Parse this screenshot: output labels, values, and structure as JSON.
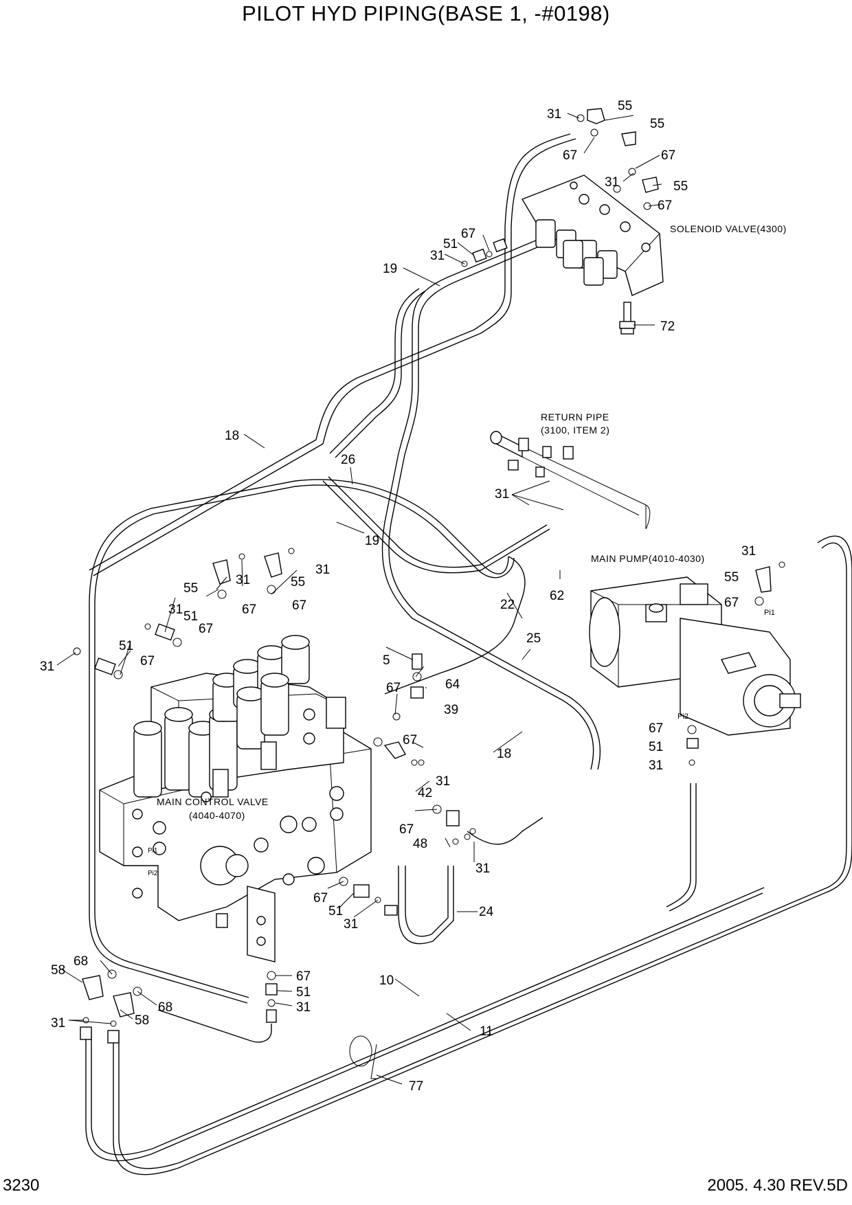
{
  "title": "PILOT HYD PIPING(BASE 1, -#0198)",
  "page_number": "3230",
  "revision": "2005. 4.30  REV.5D",
  "components": {
    "solenoid_valve": "SOLENOID VALVE(4300)",
    "return_pipe": [
      "RETURN PIPE",
      "(3100, ITEM 2)"
    ],
    "main_pump": "MAIN PUMP(4010-4030)",
    "main_control_valve": [
      "MAIN CONTROL VALVE",
      "(4040-4070)"
    ]
  },
  "port_marks": [
    "Pi1",
    "Pi2",
    "Pi1",
    "Pi2"
  ],
  "callouts": [
    "31",
    "55",
    "55",
    "67",
    "67",
    "31",
    "55",
    "67",
    "67",
    "51",
    "31",
    "19",
    "72",
    "18",
    "26",
    "31",
    "19",
    "55",
    "31",
    "55",
    "31",
    "67",
    "67",
    "22",
    "62",
    "31",
    "55",
    "67",
    "31",
    "51",
    "67",
    "51",
    "67",
    "31",
    "5",
    "64",
    "67",
    "39",
    "67",
    "18",
    "42",
    "31",
    "25",
    "67",
    "51",
    "31",
    "67",
    "48",
    "31",
    "67",
    "51",
    "31",
    "24",
    "68",
    "58",
    "68",
    "31",
    "58",
    "67",
    "51",
    "31",
    "10",
    "11",
    "77"
  ]
}
